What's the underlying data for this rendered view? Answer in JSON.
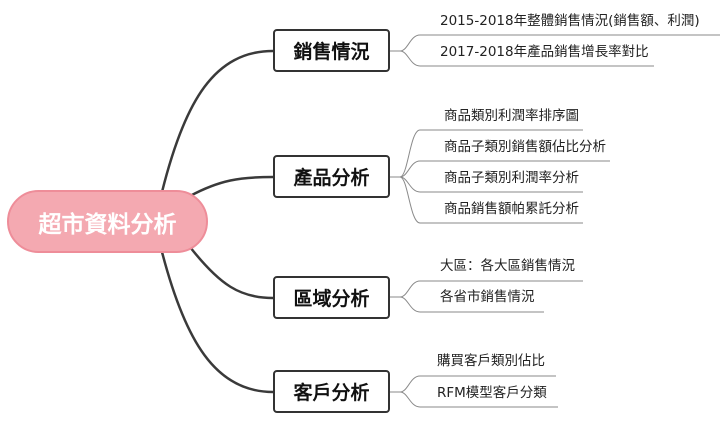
{
  "root": {
    "label": "超市資料分析"
  },
  "branches": [
    {
      "label": "銷售情況",
      "leaves": [
        "2015-2018年整體銷售情況(銷售額、利潤)",
        "2017-2018年產品銷售增長率對比"
      ]
    },
    {
      "label": "產品分析",
      "leaves": [
        "商品類別利潤率排序圖",
        "商品子類別銷售額佔比分析",
        "商品子類別利潤率分析",
        "商品銷售額帕累託分析"
      ]
    },
    {
      "label": "區域分析",
      "leaves": [
        "大區：各大區銷售情況",
        "各省市銷售情況"
      ]
    },
    {
      "label": "客戶分析",
      "leaves": [
        "購買客戶類別佔比",
        "RFM模型客戶分類"
      ]
    }
  ],
  "colors": {
    "root_fill": "#f4a9b1",
    "root_border": "#ee8d99",
    "line": "#333333",
    "leaf_line": "#888888"
  }
}
